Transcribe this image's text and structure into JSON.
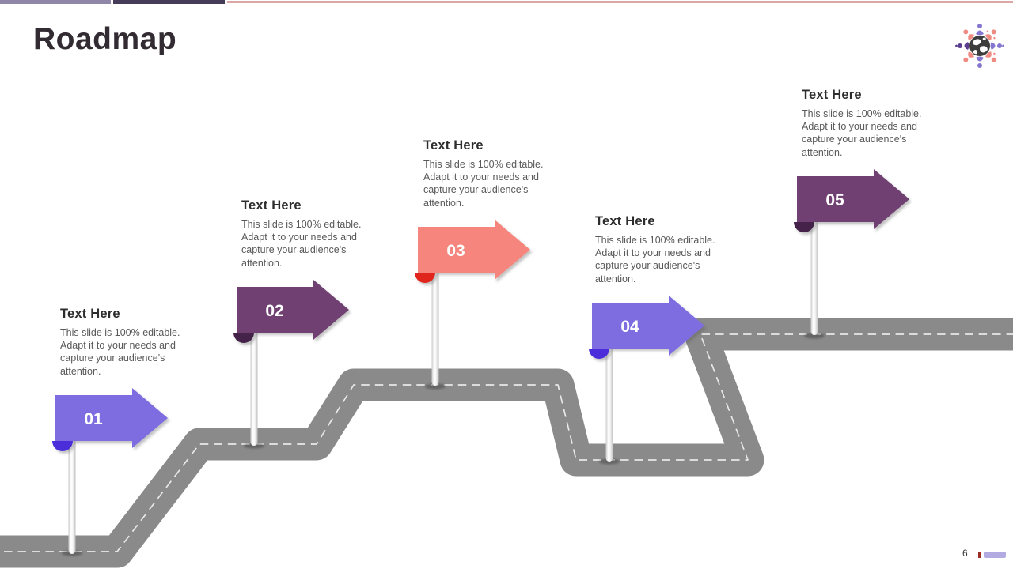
{
  "slide": {
    "title": "Roadmap",
    "page_number": "6"
  },
  "top_bar": {
    "segment1_color": "#8E87A7",
    "segment2_color": "#463C59",
    "segment3_color": "#DAA8A4"
  },
  "road": {
    "color": "#8A8A8A",
    "dash_color": "#F2F2F2"
  },
  "footer": {
    "red_mark_color": "#9C2B26",
    "purple_mark_color": "#B2ABE2"
  },
  "logo": {
    "name": "globe-people-logo",
    "globe_color": "#3D3D3D",
    "person_purple": "#8577CF",
    "person_dark_purple": "#5B3D8F",
    "person_salmon": "#EF8B82"
  },
  "milestones": [
    {
      "number": "01",
      "title": "Text Here",
      "body": "This slide is 100% editable. Adapt it to your needs and capture your audience's attention.",
      "arrow_color": "#7D6DE0",
      "curl_color": "#4B2FD9"
    },
    {
      "number": "02",
      "title": "Text Here",
      "body": "This slide is 100% editable. Adapt it to your needs and capture your audience's attention.",
      "arrow_color": "#6F4173",
      "curl_color": "#44204A"
    },
    {
      "number": "03",
      "title": "Text Here",
      "body": "This slide is 100% editable. Adapt it to your needs and capture your audience's attention.",
      "arrow_color": "#F5857D",
      "curl_color": "#E0251C"
    },
    {
      "number": "04",
      "title": "Text Here",
      "body": "This slide is 100% editable. Adapt it to your needs and capture your audience's attention.",
      "arrow_color": "#7D6DE0",
      "curl_color": "#4B2FD9"
    },
    {
      "number": "05",
      "title": "Text Here",
      "body": "This slide is 100% editable. Adapt it to your needs and capture your audience's attention.",
      "arrow_color": "#6F4173",
      "curl_color": "#44204A"
    }
  ]
}
